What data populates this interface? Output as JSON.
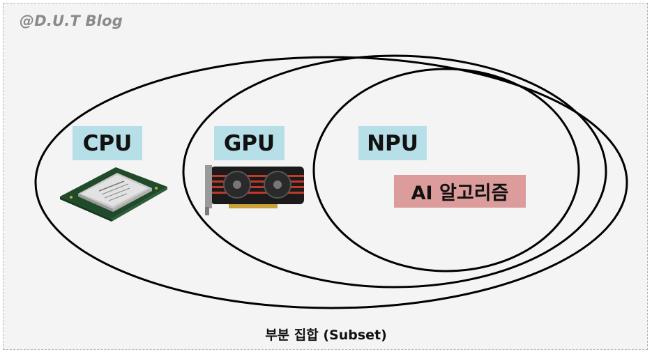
{
  "watermark": "@D.U.T Blog",
  "sets": {
    "cpu": "CPU",
    "gpu": "GPU",
    "npu": "NPU",
    "ai": "AI 알고리즘"
  },
  "caption": "부분 집합 (Subset)",
  "colors": {
    "label_blue": "#b7dfe8",
    "label_red": "#dd9c9c",
    "background": "#f4f4f4",
    "stroke": "#000000"
  },
  "icons": [
    "cpu-chip-icon",
    "graphics-card-icon"
  ]
}
